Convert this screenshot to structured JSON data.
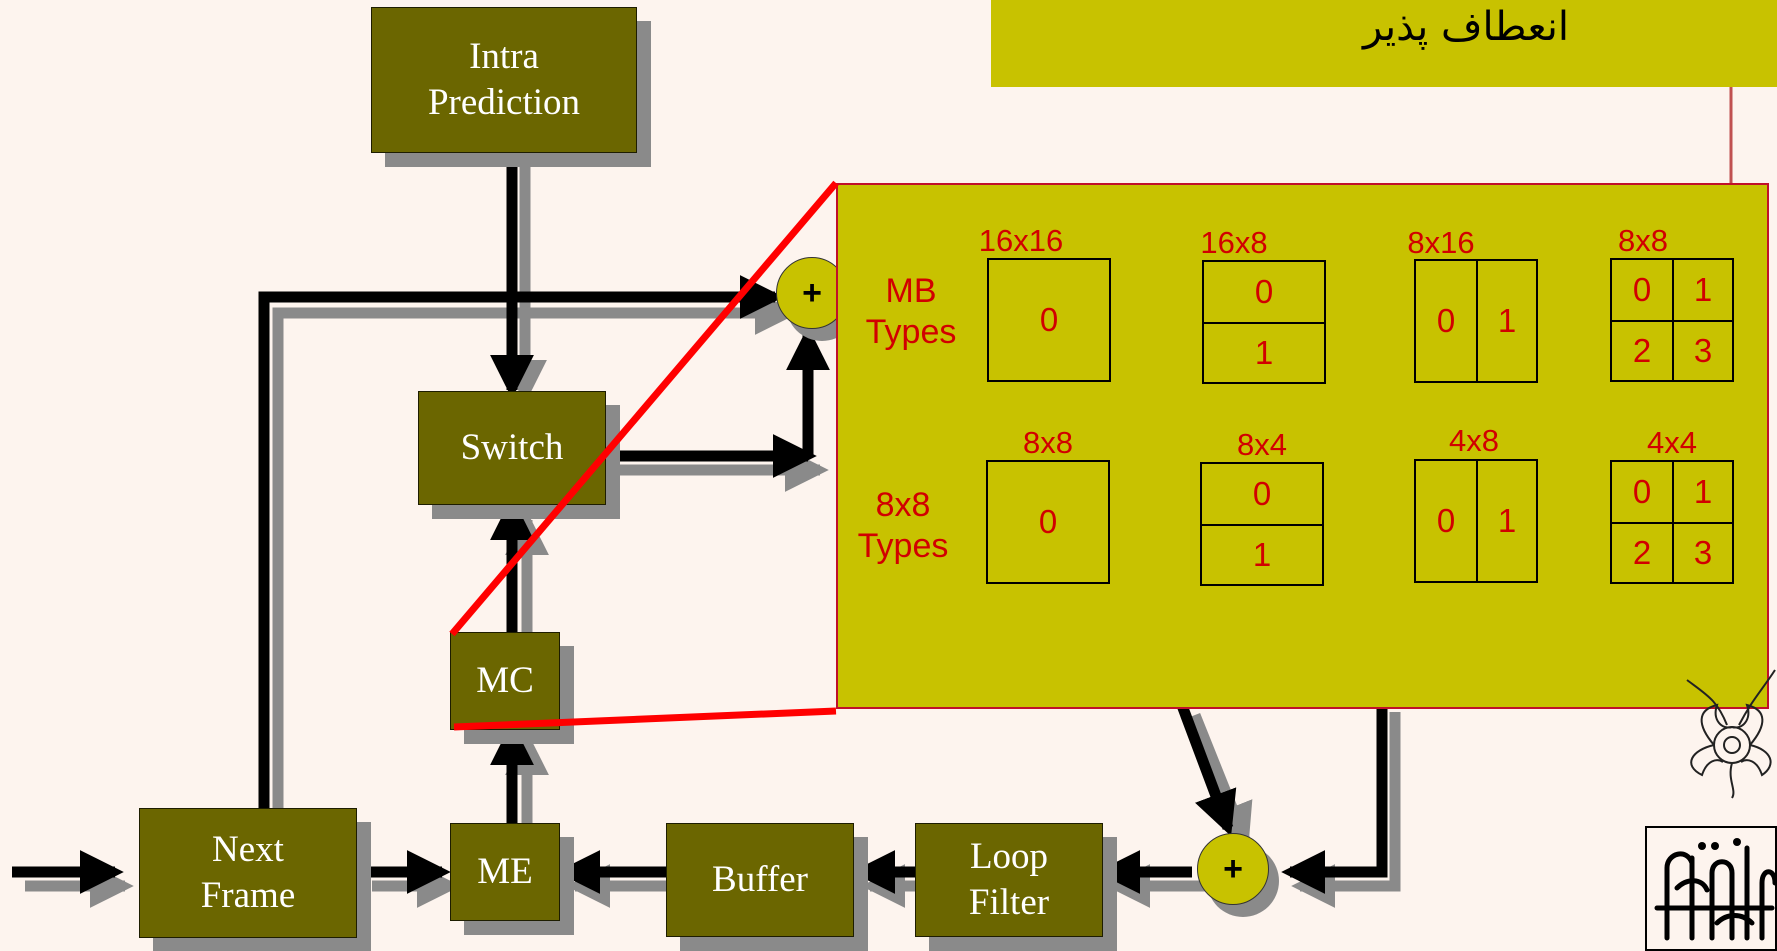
{
  "title": "انعطاف پذیر",
  "blocks": {
    "intra_prediction": "Intra\nPrediction",
    "switch": "Switch",
    "mc": "MC",
    "me": "ME",
    "next_frame": "Next\nFrame",
    "buffer": "Buffer",
    "loop_filter": "Loop\nFilter"
  },
  "summation_symbol": "+",
  "partition_panel": {
    "mb_label": "MB\nTypes",
    "sub_label": "8x8\nTypes",
    "mb_types": [
      {
        "title": "16x16",
        "cells": [
          "0"
        ]
      },
      {
        "title": "16x8",
        "cells": [
          "0",
          "1"
        ]
      },
      {
        "title": "8x16",
        "cells": [
          "0",
          "1"
        ]
      },
      {
        "title": "8x8",
        "cells": [
          "0",
          "1",
          "2",
          "3"
        ]
      }
    ],
    "sub_types": [
      {
        "title": "8x8",
        "cells": [
          "0"
        ]
      },
      {
        "title": "8x4",
        "cells": [
          "0",
          "1"
        ]
      },
      {
        "title": "4x8",
        "cells": [
          "0",
          "1"
        ]
      },
      {
        "title": "4x4",
        "cells": [
          "0",
          "1",
          "2",
          "3"
        ]
      }
    ]
  },
  "colors": {
    "background": "#fdf4ee",
    "block_fill": "#6b6600",
    "panel_fill": "#c8c200",
    "panel_text": "#d10000",
    "zoom_lines": "#ff0000"
  }
}
